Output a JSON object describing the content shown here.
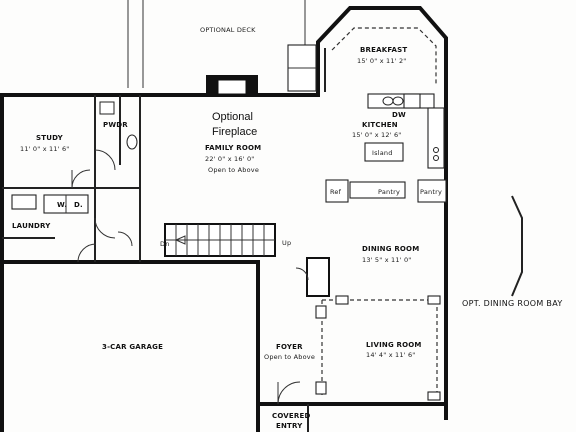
{
  "plan": {
    "optional_deck": "OPTIONAL DECK",
    "breakfast": {
      "name": "BREAKFAST",
      "dims": "15' 0\" x 11' 2\""
    },
    "optional_fireplace_line1": "Optional",
    "optional_fireplace_line2": "Fireplace",
    "pwdr": "PWDR",
    "study": {
      "name": "STUDY",
      "dims": "11' 0\" x 11' 6\""
    },
    "family_room": {
      "name": "FAMILY ROOM",
      "dims": "22' 0\" x 16' 0\"",
      "note": "Open to Above"
    },
    "kitchen": {
      "name": "KITCHEN",
      "dims": "15' 0\" x 12' 6\""
    },
    "dw": "DW",
    "island": "Island",
    "ref": "Ref",
    "pantry_1": "Pantry",
    "pantry_2": "Pantry",
    "washer": "W.",
    "dryer": "D.",
    "laundry": "LAUNDRY",
    "stair_dn": "Dn",
    "stair_up": "Up",
    "dining_room": {
      "name": "DINING ROOM",
      "dims": "13' 5\" x 11' 0\""
    },
    "opt_dining_bay": "OPT. DINING ROOM BAY",
    "garage": "3-CAR GARAGE",
    "foyer": {
      "name": "FOYER",
      "note": "Open to Above"
    },
    "living_room": {
      "name": "LIVING ROOM",
      "dims": "14' 4\" x 11' 6\""
    },
    "covered_entry_line1": "COVERED",
    "covered_entry_line2": "ENTRY"
  }
}
